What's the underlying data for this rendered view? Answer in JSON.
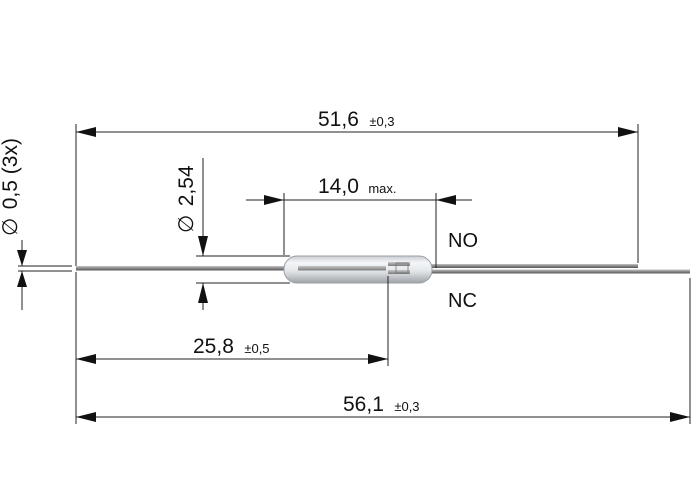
{
  "dimensions": {
    "overall_length": {
      "value": "56,1",
      "tolerance": "±0,3"
    },
    "no_lead_length": {
      "value": "51,6",
      "tolerance": "±0,3"
    },
    "glass_length": {
      "value": "14,0",
      "tolerance": "max."
    },
    "nc_lead_length": {
      "value": "25,8",
      "tolerance": "±0,5"
    },
    "glass_diameter": {
      "value": "2,54"
    },
    "wire_diameter": {
      "value": "0,5 (3x)"
    }
  },
  "labels": {
    "no": "NO",
    "nc": "NC"
  },
  "symbols": {
    "diameter": "∅"
  },
  "colors": {
    "line": "#111111",
    "wire": "#8a8a8a",
    "glass_light": "#eef1f4",
    "glass_dark": "#aeb3b8",
    "background": "#ffffff"
  }
}
